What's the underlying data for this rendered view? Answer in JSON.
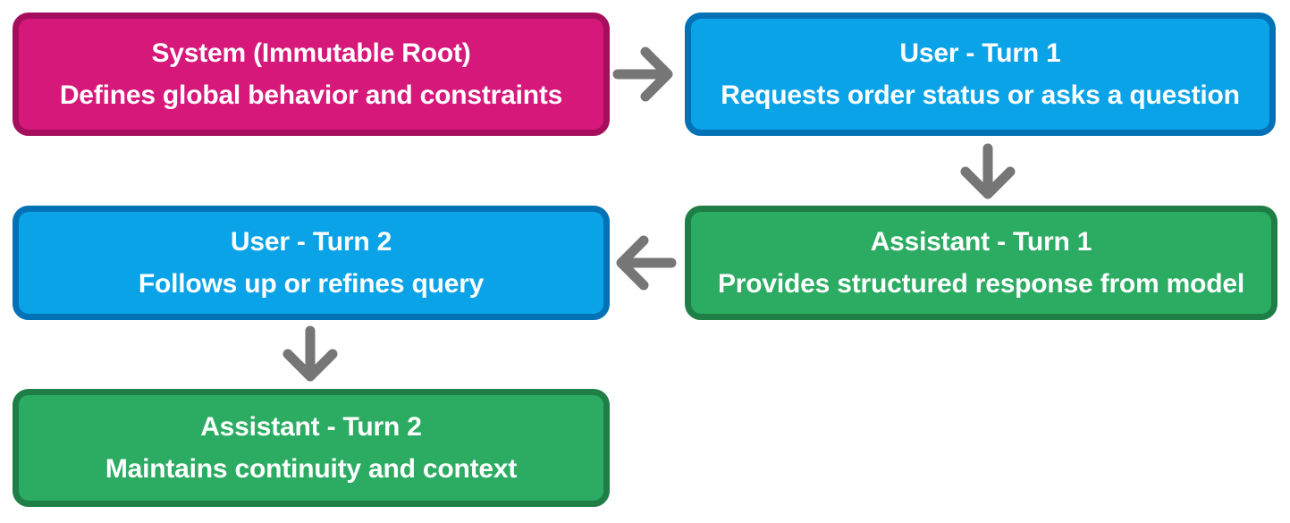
{
  "diagram": {
    "description": "Conversation turn flow diagram",
    "colors": {
      "background": "#ffffff",
      "system_fill": "#d6187a",
      "system_border": "#a50e5c",
      "user_fill": "#0aa3e8",
      "user_border": "#0271b5",
      "assistant_fill": "#2bac62",
      "assistant_border": "#1f7e46",
      "arrow": "#767676",
      "text": "#ffffff"
    },
    "nodes": [
      {
        "id": "system",
        "role": "system",
        "title": "System (Immutable Root)",
        "subtitle": "Defines global behavior and constraints"
      },
      {
        "id": "user-turn-1",
        "role": "user",
        "title": "User - Turn 1",
        "subtitle": "Requests order status or asks a question"
      },
      {
        "id": "assistant-turn-1",
        "role": "assistant",
        "title": "Assistant - Turn 1",
        "subtitle": "Provides structured response from model"
      },
      {
        "id": "user-turn-2",
        "role": "user",
        "title": "User - Turn 2",
        "subtitle": "Follows up or refines query"
      },
      {
        "id": "assistant-turn-2",
        "role": "assistant",
        "title": "Assistant - Turn 2",
        "subtitle": "Maintains continuity and context"
      }
    ],
    "edges": [
      {
        "from": "system",
        "to": "user-turn-1",
        "direction": "right"
      },
      {
        "from": "user-turn-1",
        "to": "assistant-turn-1",
        "direction": "down"
      },
      {
        "from": "assistant-turn-1",
        "to": "user-turn-2",
        "direction": "left"
      },
      {
        "from": "user-turn-2",
        "to": "assistant-turn-2",
        "direction": "down"
      }
    ]
  }
}
